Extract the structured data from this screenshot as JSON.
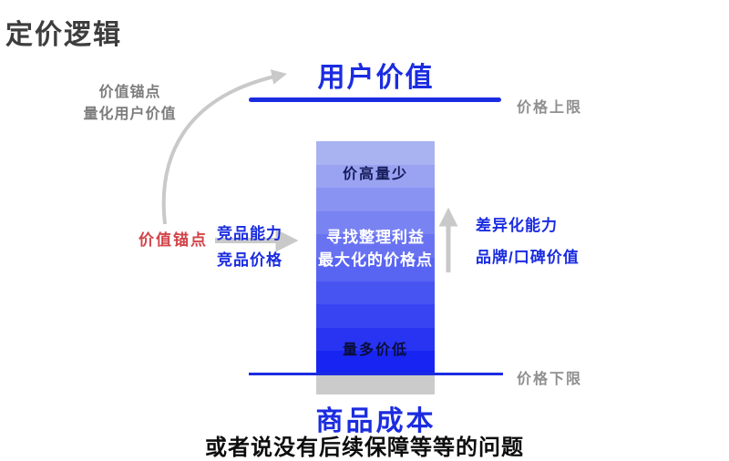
{
  "page": {
    "title": "定价逻辑",
    "caption": "或者说没有后续保障等等的问题"
  },
  "diagram": {
    "user_value_label": "用户价值",
    "product_cost_label": "商品成本",
    "price_ceiling_label": "价格上限",
    "price_floor_label": "价格下限",
    "value_anchor_note": {
      "line1": "价值锚点",
      "line2": "量化用户价值"
    },
    "value_anchor_label": "价值锚点",
    "competitor": {
      "line1": "竞品能力",
      "line2": "竞品价格"
    },
    "differentiation": {
      "line1": "差异化能力",
      "line2": "品牌/口碑价值"
    },
    "price_bar": {
      "top_text": "价高量少",
      "mid_text1": "寻找整理利益",
      "mid_text2": "最大化的价格点",
      "bottom_text": "量多价低",
      "stripe_colors": [
        "#A9B3F2",
        "#99A3F2",
        "#8993F2",
        "#7983F2",
        "#6973F2",
        "#5864F2",
        "#4854F2",
        "#3844F2",
        "#2834F2",
        "#1824F2"
      ]
    },
    "colors": {
      "accent_blue": "#1b2ce0",
      "anchor_red": "#d24449",
      "gray_text": "#8f8f8f",
      "arrow_gray": "#c9c9c9",
      "cost_block_gray": "#cbcbcb",
      "bar_gradient_top": "#A9B3F2",
      "bar_gradient_bottom": "#1824F2",
      "title_color": "#3d3d3d"
    }
  }
}
